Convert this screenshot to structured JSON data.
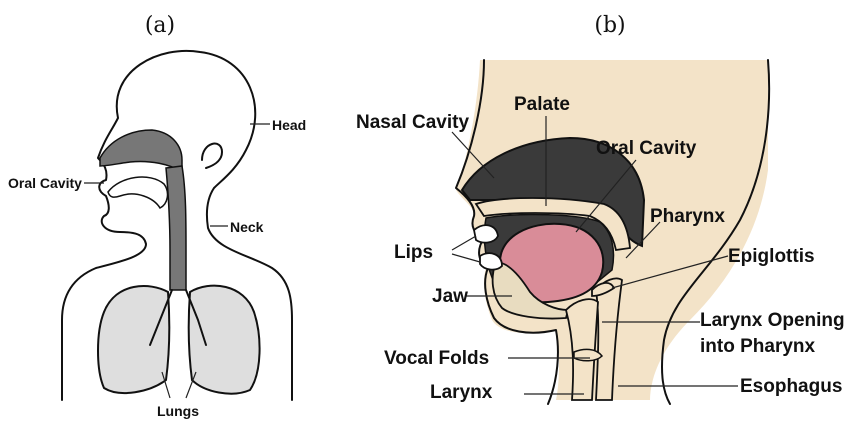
{
  "panel_a": {
    "caption": "(a)",
    "labels": {
      "head": "Head",
      "oral_cavity": "Oral Cavity",
      "neck": "Neck",
      "lungs": "Lungs"
    }
  },
  "panel_b": {
    "caption": "(b)",
    "labels": {
      "nasal_cavity": "Nasal Cavity",
      "palate": "Palate",
      "oral_cavity": "Oral Cavity",
      "pharynx": "Pharynx",
      "lips": "Lips",
      "epiglottis": "Epiglottis",
      "jaw": "Jaw",
      "larynx_opening_1": "Larynx Opening",
      "larynx_opening_2": "into Pharynx",
      "vocal_folds": "Vocal Folds",
      "larynx": "Larynx",
      "esophagus": "Esophagus"
    }
  },
  "colors": {
    "cavity_dark": "#3a3a3a",
    "cavity_grey": "#777777",
    "skin": "#f3e3c8",
    "tongue": "#d98c98",
    "lung_fill": "#dedede",
    "jaw_fill": "#e8dcc0"
  }
}
